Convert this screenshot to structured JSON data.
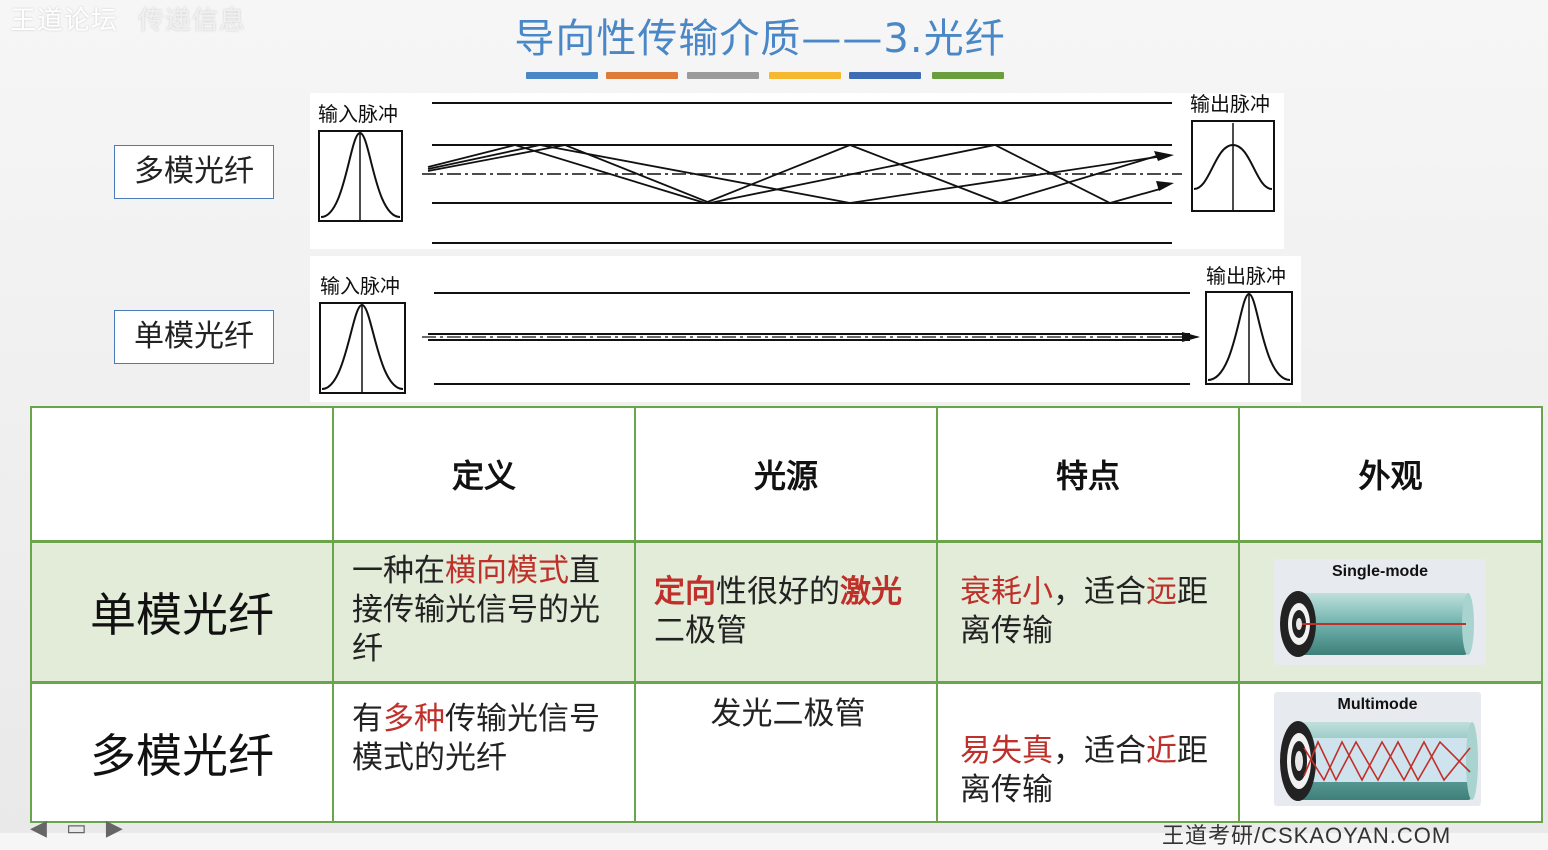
{
  "watermark": {
    "brand": "王道论坛",
    "sub": "传递信息"
  },
  "title": "导向性传输介质——3.光纤",
  "title_bar_colors": [
    "#4a87c6",
    "#e07a3a",
    "#9a9a9a",
    "#f5b82e",
    "#3e6db3",
    "#6a9e3f"
  ],
  "labels": {
    "multimode": "多模光纤",
    "singlemode": "单模光纤"
  },
  "diagram_multi": {
    "input": "输入脉冲",
    "output": "输出脉冲"
  },
  "diagram_single": {
    "input": "输入脉冲",
    "output": "输出脉冲"
  },
  "table": {
    "headers": [
      "",
      "定义",
      "光源",
      "特点",
      "外观"
    ],
    "single": {
      "name": "单模光纤",
      "def": {
        "p1": "一种在",
        "hl": "横向模式",
        "p2": "直接传输光信号的光纤"
      },
      "src": {
        "hl1": "定向",
        "p1": "性很好的",
        "hl2": "激光",
        "p2": "二极管"
      },
      "feat": {
        "hl1": "衰耗小",
        "p1": "，适合",
        "hl2": "远",
        "p2": "距离传输"
      },
      "caption": "Single-mode"
    },
    "multi": {
      "name": "多模光纤",
      "def": {
        "p1": "有",
        "hl": "多种",
        "p2": "传输光信号模式的光纤"
      },
      "src": {
        "text": "发光二极管"
      },
      "feat": {
        "hl1": "易失真",
        "p1": "，适合",
        "hl2": "近",
        "p2": "距离传输"
      },
      "caption": "Multimode"
    }
  },
  "footer": "王道考研/CSKAOYAN.COM",
  "colors": {
    "title": "#4a87c6",
    "highlight": "#c0302a",
    "table_border": "#6aa44c",
    "row_bg": "#e2ecd9"
  }
}
